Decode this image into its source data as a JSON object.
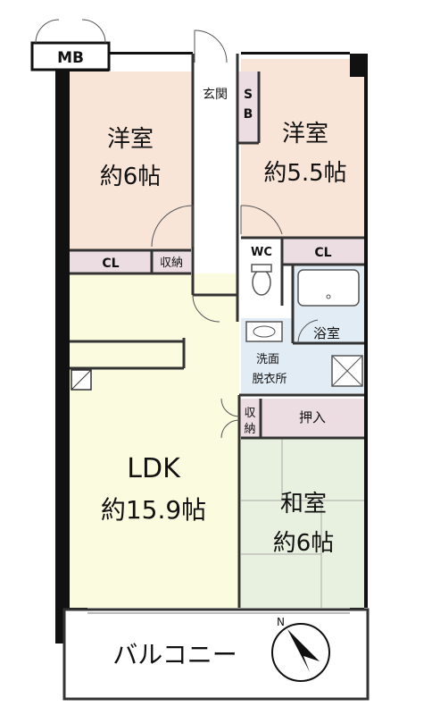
{
  "rooms": {
    "western_left": {
      "name": "洋室",
      "size": "約6帖"
    },
    "western_right": {
      "name": "洋室",
      "size": "約5.5帖"
    },
    "ldk": {
      "name": "LDK",
      "size": "約15.9帖"
    },
    "japanese": {
      "name": "和室",
      "size": "約6帖"
    },
    "balcony": {
      "name": "バルコニー"
    }
  },
  "labels": {
    "meter_box": "MB",
    "entrance": "玄関",
    "shoe_box_s": "S",
    "shoe_box_b": "B",
    "closet_left": "CL",
    "storage_top": "収納",
    "toilet": "WC",
    "closet_right": "CL",
    "bath": "浴室",
    "washroom_line1": "洗面",
    "washroom_line2": "脱衣所",
    "storage_mid_1": "収",
    "storage_mid_2": "納",
    "oshiire": "押入"
  },
  "colors": {
    "western": "#f9e4d8",
    "ldk": "#fbfbe0",
    "japanese": "#e8f0df",
    "closet": "#ecdde3",
    "bath": "#e1ecf4",
    "wall": "#111111",
    "stroke": "#333333"
  },
  "compass": {
    "label": "N"
  }
}
